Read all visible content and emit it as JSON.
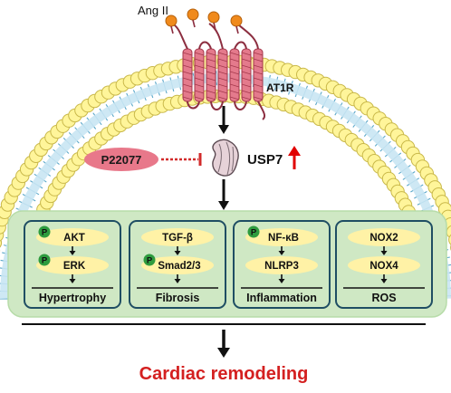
{
  "membrane": {
    "ligand_label": "Ang II",
    "receptor_label": "AT1R"
  },
  "signal": {
    "inhibitor_label": "P22077",
    "enzyme_label": "USP7",
    "colors": {
      "inhibitor_fill": "#e8788a",
      "inhibition_line": "#d22b2b",
      "up_arrow": "#e10000"
    }
  },
  "pathways": [
    {
      "steps": [
        {
          "label": "AKT",
          "phospho": true
        },
        {
          "label": "ERK",
          "phospho": true
        }
      ],
      "outcome": "Hypertrophy"
    },
    {
      "steps": [
        {
          "label": "TGF-β",
          "phospho": false
        },
        {
          "label": "Smad2/3",
          "phospho": true
        }
      ],
      "outcome": "Fibrosis"
    },
    {
      "steps": [
        {
          "label": "NF-κB",
          "phospho": true
        },
        {
          "label": "NLRP3",
          "phospho": false
        }
      ],
      "outcome": "Inflammation"
    },
    {
      "steps": [
        {
          "label": "NOX2",
          "phospho": false
        },
        {
          "label": "NOX4",
          "phospho": false
        }
      ],
      "outcome": "ROS"
    }
  ],
  "phospho_label": "P",
  "final_outcome": "Cardiac remodeling",
  "colors": {
    "panel_fill": "#cfe8c4",
    "panel_border": "#a9d39a",
    "box_border": "#1f4e63",
    "ellipse": "#fff2a6",
    "phospho": "#2e9b3e",
    "lipid_head": "#fff59a",
    "receptor": "#e47a8c",
    "ligand": "#f08a1c",
    "final_text": "#d42020"
  }
}
